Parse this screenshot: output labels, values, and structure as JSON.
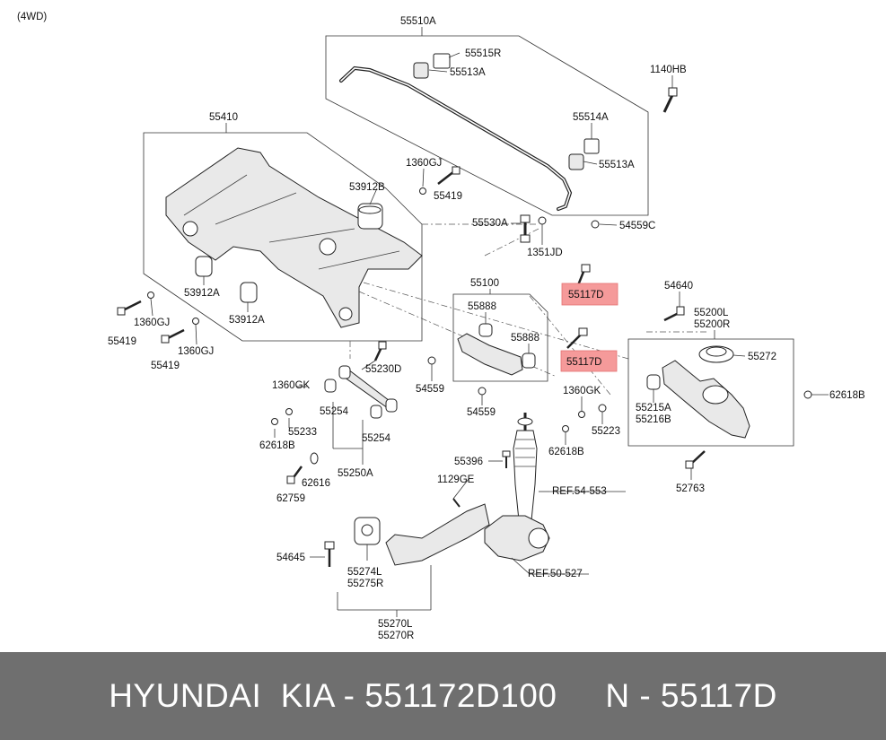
{
  "diagram": {
    "variant": "(4WD)",
    "labels": {
      "l55510A": "55510A",
      "l55515R": "55515R",
      "l55513A_top": "55513A",
      "l1140HB": "1140HB",
      "l55514A": "55514A",
      "l55513A_mid": "55513A",
      "l55410": "55410",
      "l1360GJ_top": "1360GJ",
      "l55419_top": "55419",
      "l53912B": "53912B",
      "l55530A": "55530A",
      "l1351JD": "1351JD",
      "l54559C": "54559C",
      "l53912A_a": "53912A",
      "l53912A_b": "53912A",
      "l1360GJ_a": "1360GJ",
      "l55419_a": "55419",
      "l55419_b": "55419",
      "l1360GJ_b": "1360GJ",
      "l55100": "55100",
      "l55888_a": "55888",
      "l55888_b": "55888",
      "l55117D_a": "55117D",
      "l55117D_b": "55117D",
      "l54640": "54640",
      "l55200L": "55200L",
      "l55200R": "55200R",
      "l55272": "55272",
      "l62618B_r": "62618B",
      "l55215A": "55215A",
      "l55216B": "55216B",
      "l55223": "55223",
      "l1360GK_r": "1360GK",
      "l62618B_m": "62618B",
      "l52763": "52763",
      "l54559_a": "54559",
      "l54559_b": "54559",
      "l55230D": "55230D",
      "l1360GK_l": "1360GK",
      "l55254_a": "55254",
      "l55233": "55233",
      "l55254_b": "55254",
      "l62618B_l": "62618B",
      "l62616": "62616",
      "l55250A": "55250A",
      "l62759": "62759",
      "l55396": "55396",
      "l1129GE": "1129GE",
      "ref553": "REF.54-553",
      "ref527": "REF.50-527",
      "l54645": "54645",
      "l55274L": "55274L",
      "l55275R": "55275R",
      "l55270L": "55270L",
      "l55270R": "55270R"
    }
  },
  "footer": {
    "text": "HYUNDAI  KIA - 551172D100     N - 55117D"
  },
  "colors": {
    "highlight": "#f59a9a",
    "footer_bg": "#6f6f6f",
    "footer_text": "#ffffff"
  }
}
